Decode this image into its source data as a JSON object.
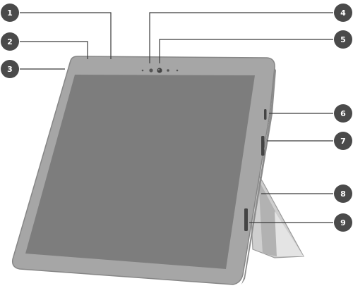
{
  "callouts": [
    {
      "number": "1"
    },
    {
      "number": "2"
    },
    {
      "number": "3"
    },
    {
      "number": "4"
    },
    {
      "number": "5"
    },
    {
      "number": "6"
    },
    {
      "number": "7"
    },
    {
      "number": "8"
    },
    {
      "number": "9"
    }
  ],
  "colors": {
    "callout_fill": "#4a4a4a",
    "leader_line": "#3a3a3a",
    "device_frame": "#a4a4a4",
    "device_frame_edge": "#8a8a8a",
    "screen": "#7f7f7f",
    "kickstand": "#c9c9c9",
    "kickstand_shadow": "#b0b0b0"
  }
}
